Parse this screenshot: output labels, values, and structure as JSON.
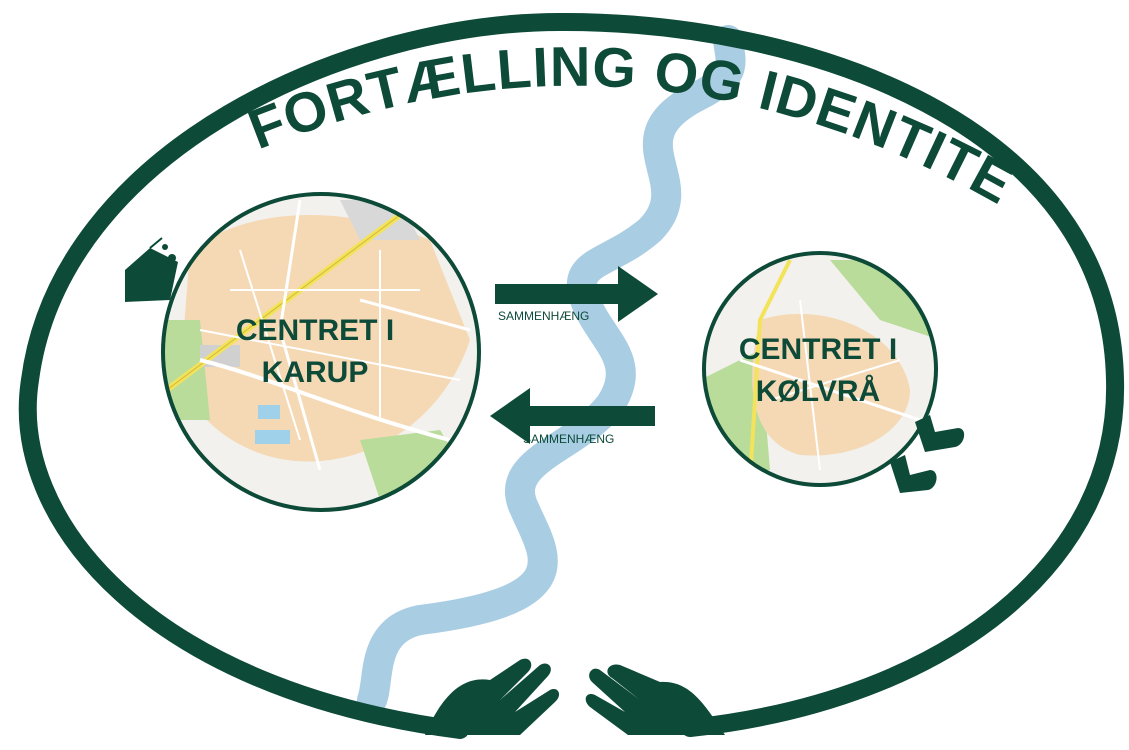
{
  "title": "FORTÆLLING OG IDENTITET",
  "left_center": {
    "line1": "CENTRET I",
    "line2": "KARUP"
  },
  "right_center": {
    "line1": "CENTRET I",
    "line2": "KØLVRÅ"
  },
  "arrow_top_label": "SAMMENHÆNG",
  "arrow_bottom_label": "SAMMENHÆNG",
  "colors": {
    "dark_green": "#0d4a38",
    "river_blue": "#a9cde3",
    "map_sand": "#f5d9b5",
    "map_green": "#b9dc9a"
  }
}
